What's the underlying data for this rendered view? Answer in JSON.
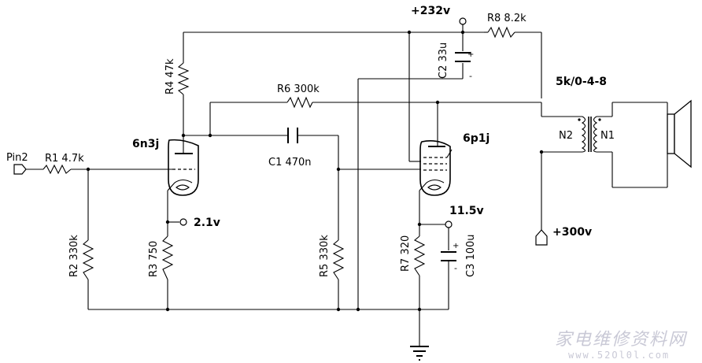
{
  "labels": {
    "pin2": "Pin2",
    "r1": "R1 4.7k",
    "r2": "R2 330k",
    "r3": "R3 750",
    "r4": "R4 47k",
    "r5": "R5 330k",
    "r6": "R6 300k",
    "r7": "R7 320",
    "r8": "R8 8.2k",
    "c1": "C1 470n",
    "c2": "C2 33u",
    "c3": "C3 100u",
    "tube1": "6n3j",
    "tube2": "6p1j",
    "transformer": "5k/0-4-8",
    "n1": "N1",
    "n2": "N2",
    "v_cathode1": "2.1v",
    "v_cathode2": "11.5v",
    "v_b1": "+232v",
    "v_b2": "+300v",
    "plus": "+",
    "minus": "-"
  },
  "watermark": {
    "text": "家电维修资料网",
    "url": "www.52Ol0l.com"
  }
}
